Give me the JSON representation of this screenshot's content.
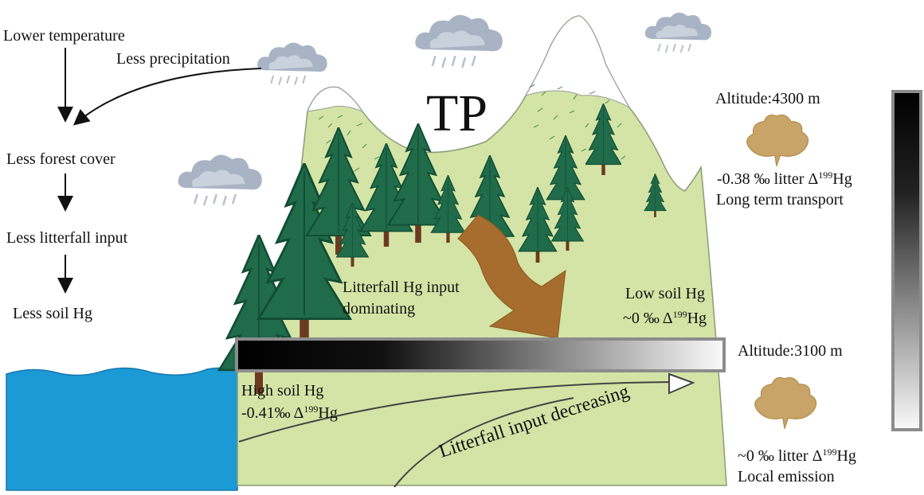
{
  "title": "TP",
  "left_chain": {
    "lower_temperature": "Lower temperature",
    "less_precipitation": "Less precipitation",
    "less_forest_cover": "Less forest cover",
    "less_litterfall_input": "Less litterfall input",
    "less_soil_hg": "Less soil Hg"
  },
  "annotations": {
    "litterfall_dominating_line1": "Litterfall Hg input",
    "litterfall_dominating_line2": "dominating",
    "low_soil_hg": "Low soil Hg",
    "low_soil_value": "~0 ‰ Δ",
    "high_soil_hg": "High soil Hg",
    "high_soil_value": "-0.41‰ Δ",
    "litterfall_decreasing": "Litterfall input decreasing",
    "isotope_mass": "199",
    "element": "Hg"
  },
  "high_site": {
    "altitude": "Altitude:4300 m",
    "litter_value": "-0.38 ‰ litter Δ",
    "note": "Long term transport"
  },
  "low_site": {
    "altitude": "Altitude:3100 m",
    "litter_value": "~0 ‰ litter Δ",
    "note": "Local emission"
  },
  "colors": {
    "mountain": "#d4e4a6",
    "water": "#1c9ad6",
    "tree": "#1f6b4a",
    "tree_dark": "#114d33",
    "trunk": "#6b3a20",
    "arrow": "#a66d2e",
    "litter": "#c8a468"
  }
}
